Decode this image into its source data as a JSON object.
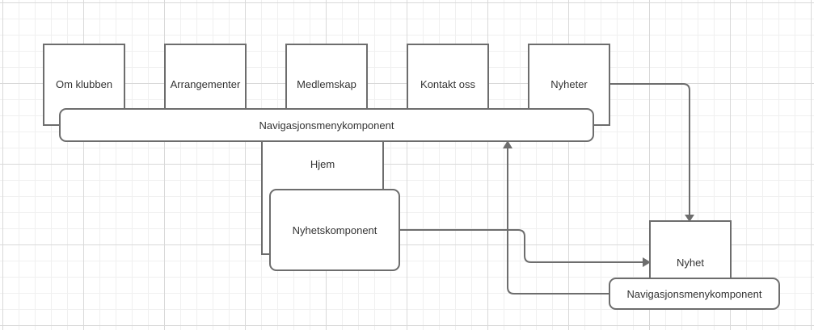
{
  "pages": {
    "om_klubben": "Om klubben",
    "arrangementer": "Arrangementer",
    "medlemskap": "Medlemskap",
    "kontakt_oss": "Kontakt oss",
    "nyheter": "Nyheter",
    "hjem": "Hjem",
    "nyhet": "Nyhet"
  },
  "components": {
    "nav_menu_top": "Navigasjonsmenykomponent",
    "news_component": "Nyhetskomponent",
    "nav_menu_bottom": "Navigasjonsmenykomponent"
  },
  "colors": {
    "stroke": "#6d6d6d",
    "text": "#333333",
    "grid_major": "#d9d9d9",
    "grid_minor": "#f0f0f0"
  }
}
